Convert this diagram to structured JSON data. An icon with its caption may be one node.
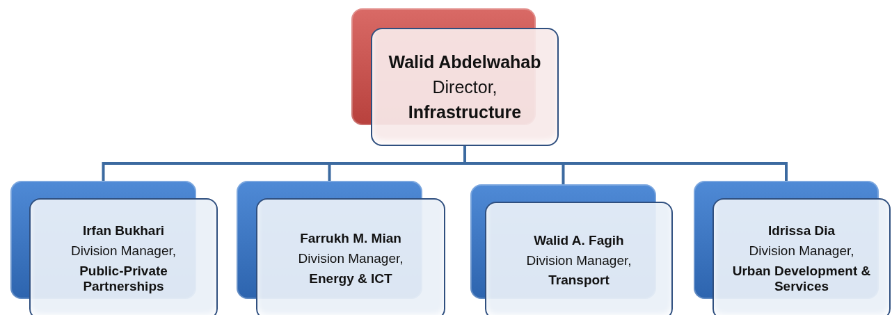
{
  "diagram": {
    "nodes": [
      {
        "text": [
          "Walid Abdelwahab",
          "Director,",
          "Infrastructure"
        ]
      },
      {
        "text": [
          "Irfan Bukhari",
          "Division Manager,",
          "Public-Private Partnerships"
        ]
      },
      {
        "text": [
          "Farrukh M. Mian",
          "Division Manager,",
          "Energy & ICT"
        ]
      },
      {
        "text": [
          "Walid A. Fagih",
          "Division Manager,",
          "Transport"
        ]
      },
      {
        "text": [
          "Idrissa Dia",
          "Division Manager,",
          "Urban Development & Services"
        ]
      }
    ],
    "edges": [
      {
        "from": 0,
        "to": 1,
        "arrow": "none"
      },
      {
        "from": 0,
        "to": 2,
        "arrow": "none"
      },
      {
        "from": 0,
        "to": 3,
        "arrow": "none"
      },
      {
        "from": 0,
        "to": 4,
        "arrow": "none"
      }
    ]
  }
}
